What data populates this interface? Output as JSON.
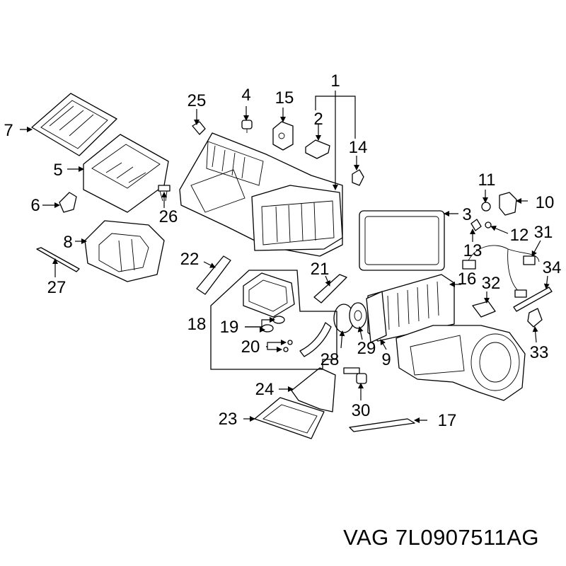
{
  "callouts": {
    "c1": "1",
    "c2": "2",
    "c3": "3",
    "c4": "4",
    "c5": "5",
    "c6": "6",
    "c7": "7",
    "c8": "8",
    "c9": "9",
    "c10": "10",
    "c11": "11",
    "c12": "12",
    "c13": "13",
    "c14": "14",
    "c15": "15",
    "c16": "16",
    "c17": "17",
    "c18": "18",
    "c19": "19",
    "c20": "20",
    "c21": "21",
    "c22": "22",
    "c23": "23",
    "c24": "24",
    "c25": "25",
    "c26": "26",
    "c27": "27",
    "c28": "28",
    "c29": "29",
    "c30": "30",
    "c31": "31",
    "c32": "32",
    "c33": "33",
    "c34": "34"
  },
  "footer": {
    "part_number": "VAG 7L0907511AG"
  }
}
